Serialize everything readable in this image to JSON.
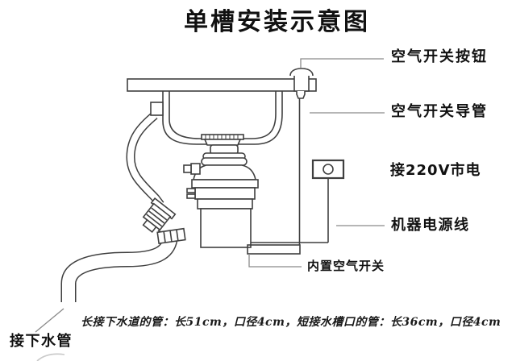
{
  "title": "单槽安装示意图",
  "diagram": {
    "labels": {
      "air_switch_button": "空气开关按钮",
      "air_switch_conduit": "空气开关导管",
      "mains_power": "接220V市电",
      "machine_power_cord": "机器电源线",
      "builtin_air_switch": "内置空气开关",
      "drain_pipe": "接下水管"
    },
    "note": "长接下水道的管：长51cm，口径4cm，短接水槽口的管：长36cm，口径4cm"
  },
  "colors": {
    "background": "#ffffff",
    "line": "#3f3f3f",
    "leader": "#8a8a8a",
    "text": "#111111"
  }
}
